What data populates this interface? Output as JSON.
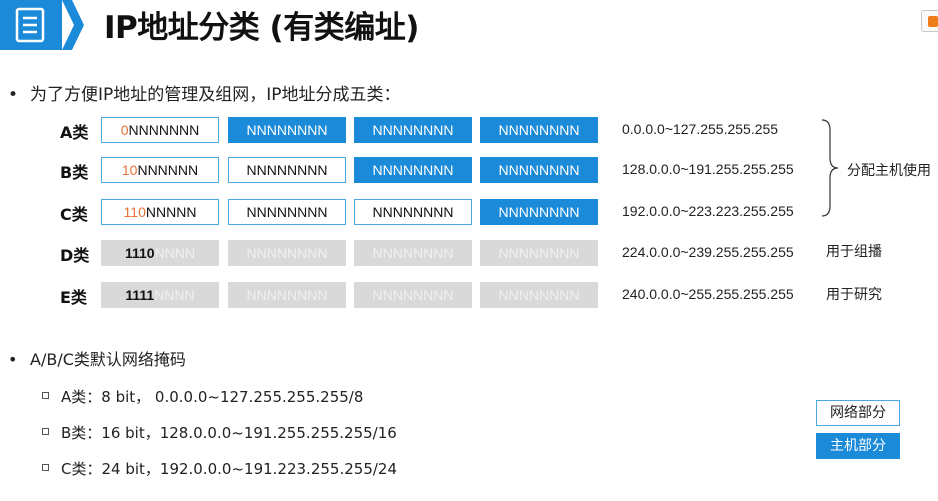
{
  "title": "IP地址分类 (有类编址)",
  "intro": "为了方便IP地址的管理及组网，IP地址分成五类：",
  "bullet_symbol": "•",
  "rows": [
    {
      "label": "A类",
      "cells": [
        {
          "prefix": "0",
          "rest": "NNNNNNN",
          "style": "white"
        },
        {
          "prefix": "",
          "rest": "NNNNNNNN",
          "style": "blue"
        },
        {
          "prefix": "",
          "rest": "NNNNNNNN",
          "style": "blue"
        },
        {
          "prefix": "",
          "rest": "NNNNNNNN",
          "style": "blue"
        }
      ],
      "range": "0.0.0.0~127.255.255.255"
    },
    {
      "label": "B类",
      "cells": [
        {
          "prefix": "10",
          "rest": "NNNNNN",
          "style": "white"
        },
        {
          "prefix": "",
          "rest": "NNNNNNNN",
          "style": "white"
        },
        {
          "prefix": "",
          "rest": "NNNNNNNN",
          "style": "blue"
        },
        {
          "prefix": "",
          "rest": "NNNNNNNN",
          "style": "blue"
        }
      ],
      "range": "128.0.0.0~191.255.255.255"
    },
    {
      "label": "C类",
      "cells": [
        {
          "prefix": "110",
          "rest": "NNNNN",
          "style": "white"
        },
        {
          "prefix": "",
          "rest": "NNNNNNNN",
          "style": "white"
        },
        {
          "prefix": "",
          "rest": "NNNNNNNN",
          "style": "white"
        },
        {
          "prefix": "",
          "rest": "NNNNNNNN",
          "style": "blue"
        }
      ],
      "range": "192.0.0.0~223.223.255.255"
    },
    {
      "label": "D类",
      "cells": [
        {
          "prefix": "1110",
          "rest": "NNNN",
          "style": "gray"
        },
        {
          "prefix": "",
          "rest": "NNNNNNNN",
          "style": "gray"
        },
        {
          "prefix": "",
          "rest": "NNNNNNNN",
          "style": "gray"
        },
        {
          "prefix": "",
          "rest": "NNNNNNNN",
          "style": "gray"
        }
      ],
      "range": "224.0.0.0~239.255.255.255"
    },
    {
      "label": "E类",
      "cells": [
        {
          "prefix": "1111",
          "rest": "NNNN",
          "style": "gray"
        },
        {
          "prefix": "",
          "rest": "NNNNNNNN",
          "style": "gray"
        },
        {
          "prefix": "",
          "rest": "NNNNNNNN",
          "style": "gray"
        },
        {
          "prefix": "",
          "rest": "NNNNNNNN",
          "style": "gray"
        }
      ],
      "range": "240.0.0.0~255.255.255.255"
    }
  ],
  "notes": {
    "host_use": "分配主机使用",
    "multicast": "用于组播",
    "research": "用于研究"
  },
  "mask_heading": "A/B/C类默认网络掩码",
  "mask_items": [
    "A类：8 bit，  0.0.0.0~127.255.255.255/8",
    "B类：16 bit，128.0.0.0~191.255.255.255/16",
    "C类：24 bit，192.0.0.0~191.223.255.255/24"
  ],
  "legend": {
    "network_part": "网络部分",
    "host_part": "主机部分"
  },
  "colors": {
    "accent_blue": "#1a8ad9",
    "prefix_orange": "#e8703a",
    "reserved_gray": "#d9d9d9"
  }
}
